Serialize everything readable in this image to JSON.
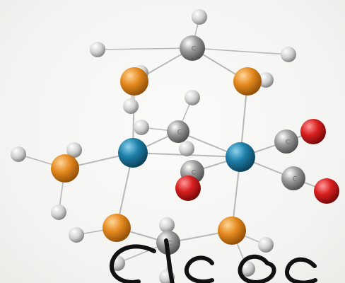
{
  "figure": {
    "kind": "ball-and-stick molecular model",
    "colors": {
      "metal": "#1d7fa8",
      "phosphorus": "#e58a1f",
      "carbon": "#9a9a9a",
      "oxygen": "#d91f1f",
      "hydrogen": "#cfcfcf",
      "bond": "#b8b8b8",
      "handwriting": "#111111"
    }
  },
  "atoms": [
    {
      "id": "M1",
      "element": "metal",
      "label": ""
    },
    {
      "id": "M2",
      "element": "metal",
      "label": ""
    },
    {
      "id": "P1",
      "element": "phosphorus",
      "label": ""
    },
    {
      "id": "P2",
      "element": "phosphorus",
      "label": ""
    },
    {
      "id": "P3",
      "element": "phosphorus",
      "label": ""
    },
    {
      "id": "P4",
      "element": "phosphorus",
      "label": ""
    },
    {
      "id": "P5",
      "element": "phosphorus",
      "label": ""
    },
    {
      "id": "C1",
      "element": "carbon",
      "label": "C"
    },
    {
      "id": "C2",
      "element": "carbon",
      "label": "C"
    },
    {
      "id": "C3",
      "element": "carbon",
      "label": "C"
    },
    {
      "id": "C4",
      "element": "carbon",
      "label": "C"
    },
    {
      "id": "C5",
      "element": "carbon",
      "label": "C"
    },
    {
      "id": "C6",
      "element": "carbon",
      "label": "C"
    },
    {
      "id": "O1",
      "element": "oxygen",
      "label": ""
    },
    {
      "id": "O2",
      "element": "oxygen",
      "label": ""
    },
    {
      "id": "O3",
      "element": "oxygen",
      "label": ""
    }
  ],
  "bonds": [
    [
      "M1",
      "M2"
    ],
    [
      "M1",
      "P1"
    ],
    [
      "M1",
      "P2"
    ],
    [
      "M1",
      "P3"
    ],
    [
      "M1",
      "C2"
    ],
    [
      "M2",
      "P4"
    ],
    [
      "M2",
      "P5"
    ],
    [
      "M2",
      "C2"
    ],
    [
      "M2",
      "C3"
    ],
    [
      "M2",
      "C4"
    ],
    [
      "M2",
      "C5"
    ],
    [
      "C1",
      "P1"
    ],
    [
      "C1",
      "P4"
    ],
    [
      "C6",
      "P3"
    ],
    [
      "C6",
      "P5"
    ],
    [
      "C3",
      "O1"
    ],
    [
      "C4",
      "O2"
    ],
    [
      "C5",
      "O3"
    ]
  ]
}
